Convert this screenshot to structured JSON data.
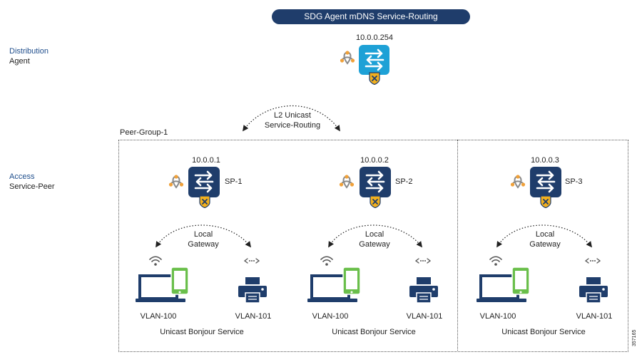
{
  "title": "SDG Agent mDNS Service-Routing",
  "distribution": {
    "line1": "Distribution",
    "line2": "Agent",
    "ip": "10.0.0.254"
  },
  "access": {
    "line1": "Access",
    "line2": "Service-Peer"
  },
  "l2_link": {
    "line1": "L2 Unicast",
    "line2": "Service-Routing"
  },
  "peer_group": "Peer-Group-1",
  "peers": [
    {
      "ip": "10.0.0.1",
      "name": "SP-1",
      "gateway1": "Local",
      "gateway2": "Gateway",
      "vlan_a": "VLAN-100",
      "vlan_b": "VLAN-101",
      "service": "Unicast Bonjour Service"
    },
    {
      "ip": "10.0.0.2",
      "name": "SP-2",
      "gateway1": "Local",
      "gateway2": "Gateway",
      "vlan_a": "VLAN-100",
      "vlan_b": "VLAN-101",
      "service": "Unicast Bonjour Service"
    },
    {
      "ip": "10.0.0.3",
      "name": "SP-3",
      "gateway1": "Local",
      "gateway2": "Gateway",
      "vlan_a": "VLAN-100",
      "vlan_b": "VLAN-101",
      "service": "Unicast Bonjour Service"
    }
  ],
  "figure_id": "357165",
  "colors": {
    "navy": "#1f3d6b",
    "cyan": "#1ea1d6",
    "green": "#6abf4b",
    "gold": "#f2b01e",
    "node": "#f0a13a"
  }
}
